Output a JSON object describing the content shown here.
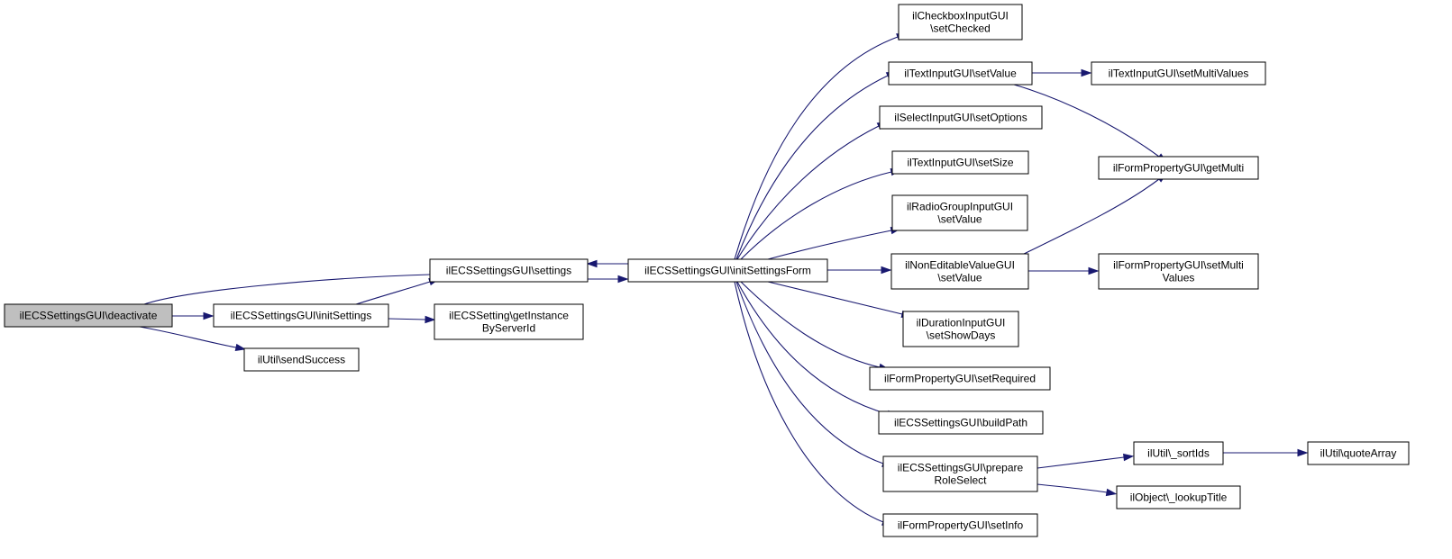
{
  "diagram": {
    "colors": {
      "node_fill": "#ffffff",
      "root_fill": "#bfbfbf",
      "border": "#000000",
      "edge": "#191970"
    },
    "nodes": [
      {
        "id": "deactivate",
        "lines": [
          "ilECSSettingsGUI\\deactivate"
        ],
        "root": true
      },
      {
        "id": "settings",
        "lines": [
          "ilECSSettingsGUI\\settings"
        ]
      },
      {
        "id": "initSettings",
        "lines": [
          "ilECSSettingsGUI\\initSettings"
        ]
      },
      {
        "id": "sendSuccess",
        "lines": [
          "ilUtil\\sendSuccess"
        ]
      },
      {
        "id": "initSettingsForm",
        "lines": [
          "ilECSSettingsGUI\\initSettingsForm"
        ]
      },
      {
        "id": "getInstance",
        "lines": [
          "ilECSSetting\\getInstance",
          "ByServerId"
        ]
      },
      {
        "id": "setChecked",
        "lines": [
          "ilCheckboxInputGUI",
          "\\setChecked"
        ]
      },
      {
        "id": "textSetValue",
        "lines": [
          "ilTextInputGUI\\setValue"
        ]
      },
      {
        "id": "setOptions",
        "lines": [
          "ilSelectInputGUI\\setOptions"
        ]
      },
      {
        "id": "setSize",
        "lines": [
          "ilTextInputGUI\\setSize"
        ]
      },
      {
        "id": "radioSetValue",
        "lines": [
          "ilRadioGroupInputGUI",
          "\\setValue"
        ]
      },
      {
        "id": "nonEditSetValue",
        "lines": [
          "ilNonEditableValueGUI",
          "\\setValue"
        ]
      },
      {
        "id": "setShowDays",
        "lines": [
          "ilDurationInputGUI",
          "\\setShowDays"
        ]
      },
      {
        "id": "setRequired",
        "lines": [
          "ilFormPropertyGUI\\setRequired"
        ]
      },
      {
        "id": "buildPath",
        "lines": [
          "ilECSSettingsGUI\\buildPath"
        ]
      },
      {
        "id": "prepareRoleSelect",
        "lines": [
          "ilECSSettingsGUI\\prepare",
          "RoleSelect"
        ]
      },
      {
        "id": "setInfo",
        "lines": [
          "ilFormPropertyGUI\\setInfo"
        ]
      },
      {
        "id": "setMultiValues",
        "lines": [
          "ilTextInputGUI\\setMultiValues"
        ]
      },
      {
        "id": "getMulti",
        "lines": [
          "ilFormPropertyGUI\\getMulti"
        ]
      },
      {
        "id": "fpSetMultiValues",
        "lines": [
          "ilFormPropertyGUI\\setMulti",
          "Values"
        ]
      },
      {
        "id": "sortIds",
        "lines": [
          "ilUtil\\_sortIds"
        ]
      },
      {
        "id": "lookupTitle",
        "lines": [
          "ilObject\\_lookupTitle"
        ]
      },
      {
        "id": "quoteArray",
        "lines": [
          "ilUtil\\quoteArray"
        ]
      }
    ],
    "edges": [
      {
        "from": "deactivate",
        "to": "settings"
      },
      {
        "from": "deactivate",
        "to": "initSettings"
      },
      {
        "from": "deactivate",
        "to": "sendSuccess"
      },
      {
        "from": "initSettings",
        "to": "settings"
      },
      {
        "from": "initSettings",
        "to": "getInstance"
      },
      {
        "from": "settings",
        "to": "initSettingsForm"
      },
      {
        "from": "initSettingsForm",
        "to": "settings"
      },
      {
        "from": "initSettingsForm",
        "to": "setChecked"
      },
      {
        "from": "initSettingsForm",
        "to": "textSetValue"
      },
      {
        "from": "initSettingsForm",
        "to": "setOptions"
      },
      {
        "from": "initSettingsForm",
        "to": "setSize"
      },
      {
        "from": "initSettingsForm",
        "to": "radioSetValue"
      },
      {
        "from": "initSettingsForm",
        "to": "nonEditSetValue"
      },
      {
        "from": "initSettingsForm",
        "to": "setShowDays"
      },
      {
        "from": "initSettingsForm",
        "to": "setRequired"
      },
      {
        "from": "initSettingsForm",
        "to": "buildPath"
      },
      {
        "from": "initSettingsForm",
        "to": "prepareRoleSelect"
      },
      {
        "from": "initSettingsForm",
        "to": "setInfo"
      },
      {
        "from": "textSetValue",
        "to": "setMultiValues"
      },
      {
        "from": "textSetValue",
        "to": "getMulti"
      },
      {
        "from": "nonEditSetValue",
        "to": "getMulti"
      },
      {
        "from": "nonEditSetValue",
        "to": "fpSetMultiValues"
      },
      {
        "from": "prepareRoleSelect",
        "to": "sortIds"
      },
      {
        "from": "prepareRoleSelect",
        "to": "lookupTitle"
      },
      {
        "from": "sortIds",
        "to": "quoteArray"
      }
    ]
  }
}
